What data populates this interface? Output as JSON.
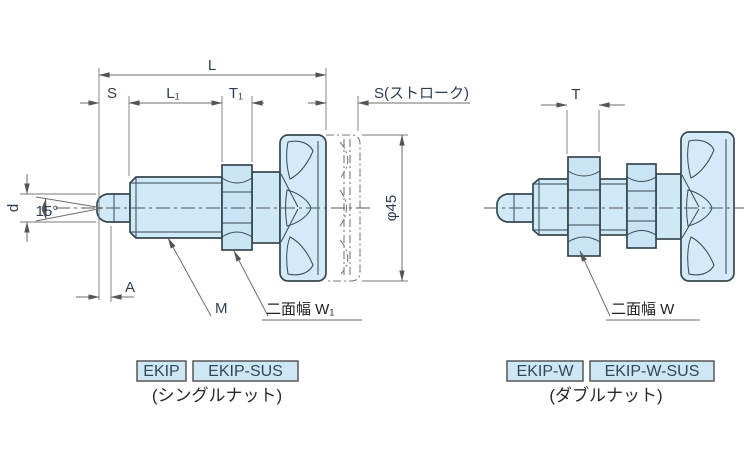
{
  "drawing": {
    "part_fill": "#d0e9f8",
    "nut_fill": "#c9e4f4",
    "outline_color": "#37474f",
    "badge_bg": "#cde7f5",
    "badge_text_color": "#33475c",
    "dim_label_color": "#2c3e55",
    "single_nut": {
      "dims": {
        "L": "L",
        "S": "S",
        "L1": "L₁",
        "T1": "T₁",
        "stroke": "S(ストローク)",
        "knob_dia": "φ45",
        "pin_dia": "d",
        "tip_angle": "15°",
        "tip_len": "A",
        "thread": "M",
        "flats": "二面幅 W₁"
      },
      "models": [
        {
          "label": "EKIP"
        },
        {
          "label": "EKIP-SUS"
        }
      ],
      "caption": "(シングルナット)"
    },
    "double_nut": {
      "dims": {
        "T": "T",
        "flats": "二面幅 W"
      },
      "models": [
        {
          "label": "EKIP-W"
        },
        {
          "label": "EKIP-W-SUS"
        }
      ],
      "caption": "(ダブルナット)"
    }
  }
}
